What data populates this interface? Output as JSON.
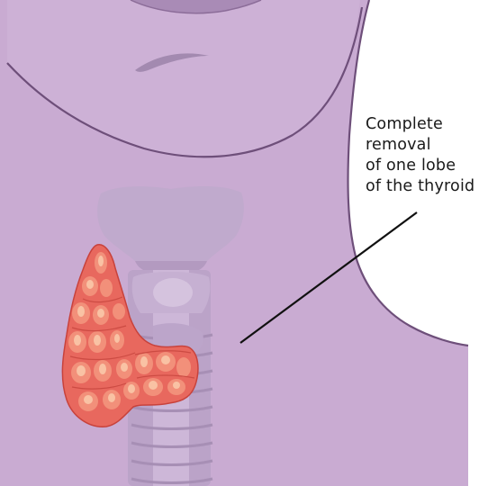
{
  "caption": {
    "lines": [
      "Complete",
      "removal",
      "of one lobe",
      "of the thyroid"
    ]
  },
  "colors": {
    "background": "#ffffff",
    "skin": "#c9abd2",
    "skin_outline": "#6e4f7a",
    "neck_shadow": "#b596c0",
    "trachea": "#bba3c8",
    "trachea_light": "#cdb7d8",
    "thyroid_tissue": "#e8685e",
    "thyroid_highlight": "#f7b49a",
    "thyroid_edge": "#c8423c",
    "leader_line": "#111111"
  }
}
